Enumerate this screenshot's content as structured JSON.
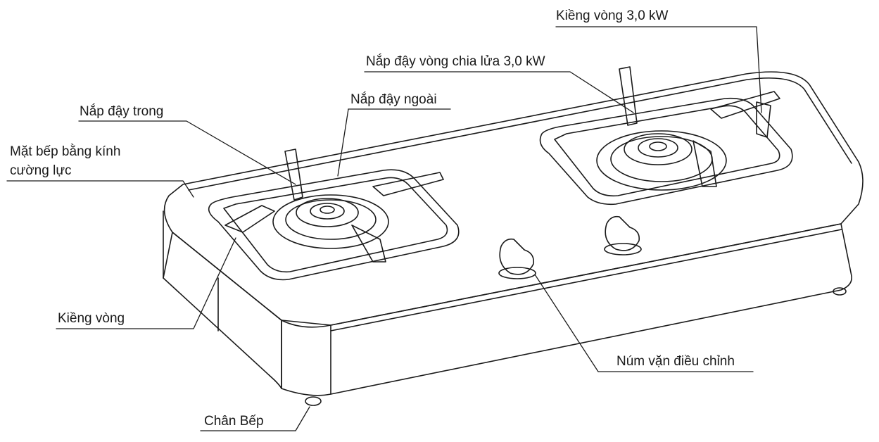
{
  "diagram": {
    "labels": {
      "kieng_vong_big": "Kiềng vòng 3,0 kW",
      "nap_day_vong_chia": "Nắp đậy vòng chia lửa 3,0 kW",
      "nap_day_ngoai": "Nắp đậy ngoài",
      "nap_day_trong": "Nắp đậy trong",
      "mat_bep_line1": "Mặt bếp bằng kính",
      "mat_bep_line2": "cường lực",
      "kieng_vong": "Kiềng vòng",
      "num_van": "Núm vặn điều chỉnh",
      "chan_bep": "Chân Bếp"
    },
    "colors": {
      "line": "#1a1a1a",
      "text": "#1a1a1a",
      "background": "#ffffff"
    }
  }
}
